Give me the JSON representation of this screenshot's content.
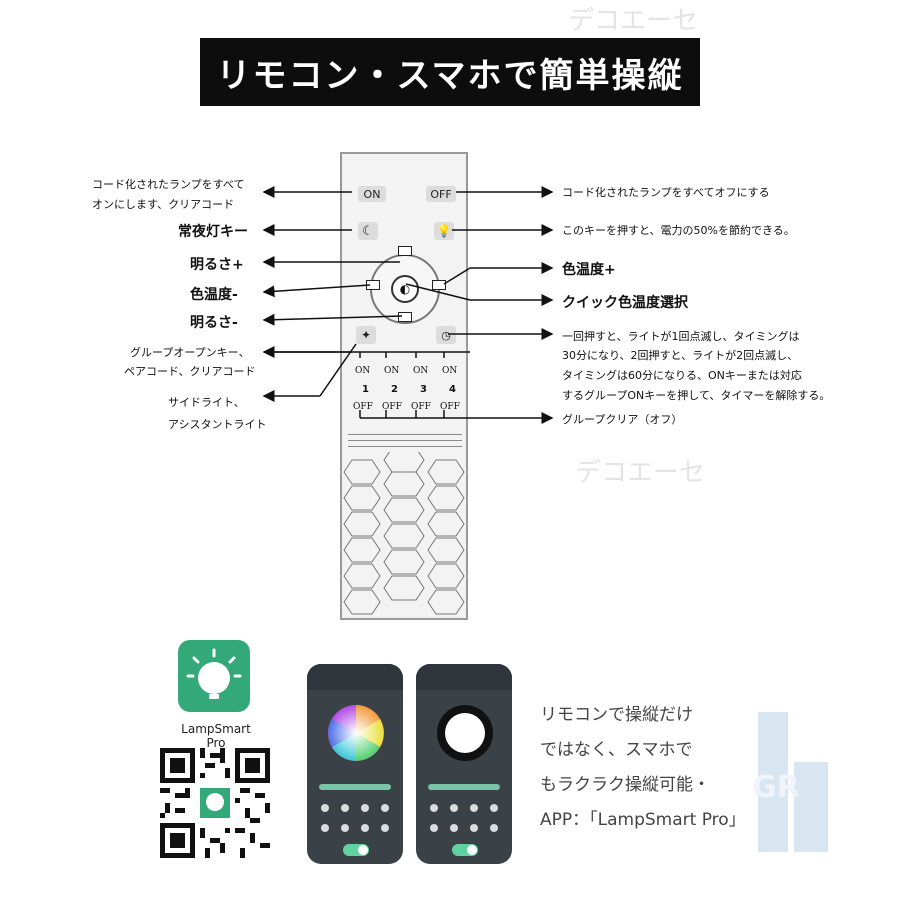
{
  "title": "リモコン・スマホで簡単操縦",
  "watermark": {
    "top": "デコエーセ",
    "mid": "デコエーセ"
  },
  "remote": {
    "on": "ON",
    "off": "OFF",
    "group_on": [
      "ON",
      "ON",
      "ON",
      "ON"
    ],
    "group_num": [
      "1",
      "2",
      "3",
      "4"
    ],
    "group_off": [
      "OFF",
      "OFF",
      "OFF",
      "OFF"
    ]
  },
  "labels_left": {
    "code_on_1": "コード化されたランプをすべて",
    "code_on_2": "オンにします、クリアコード",
    "night": "常夜灯キー",
    "bright_up": "明るさ+",
    "temp_down": "色温度-",
    "bright_down": "明るさ-",
    "group_open_1": "グループオープンキー、",
    "group_open_2": "ペアコード、クリアコード",
    "side_1": "サイドライト、",
    "side_2": "アシスタントライト"
  },
  "labels_right": {
    "code_off": "コード化されたランプをすべてオフにする",
    "saving": "このキーを押すと、電力の50%を節約できる。",
    "temp_up": "色温度+",
    "quick": "クイック色温度選択",
    "timer_1": "一回押すと、ライトが1回点滅し、タイミングは",
    "timer_2": "30分になり、2回押すと、ライトが2回点滅し、",
    "timer_3": "タイミングは60分になりる、ONキーまたは対応",
    "timer_4": "するグループONキーを押して、タイマーを解除する。",
    "group_clear": "グループクリア（オフ）"
  },
  "app": {
    "name": "LampSmart Pro",
    "desc_1": "リモコンで操縦だけ",
    "desc_2": "ではなく、スマホで",
    "desc_3": "もラクラク操縦可能・",
    "desc_4": "APP：「LampSmart Pro」"
  },
  "colors": {
    "accent_green": "#33a97a",
    "phone_bg": "#3a4147",
    "panel_green": "#7bc4a5"
  },
  "brand_badge": "GR"
}
